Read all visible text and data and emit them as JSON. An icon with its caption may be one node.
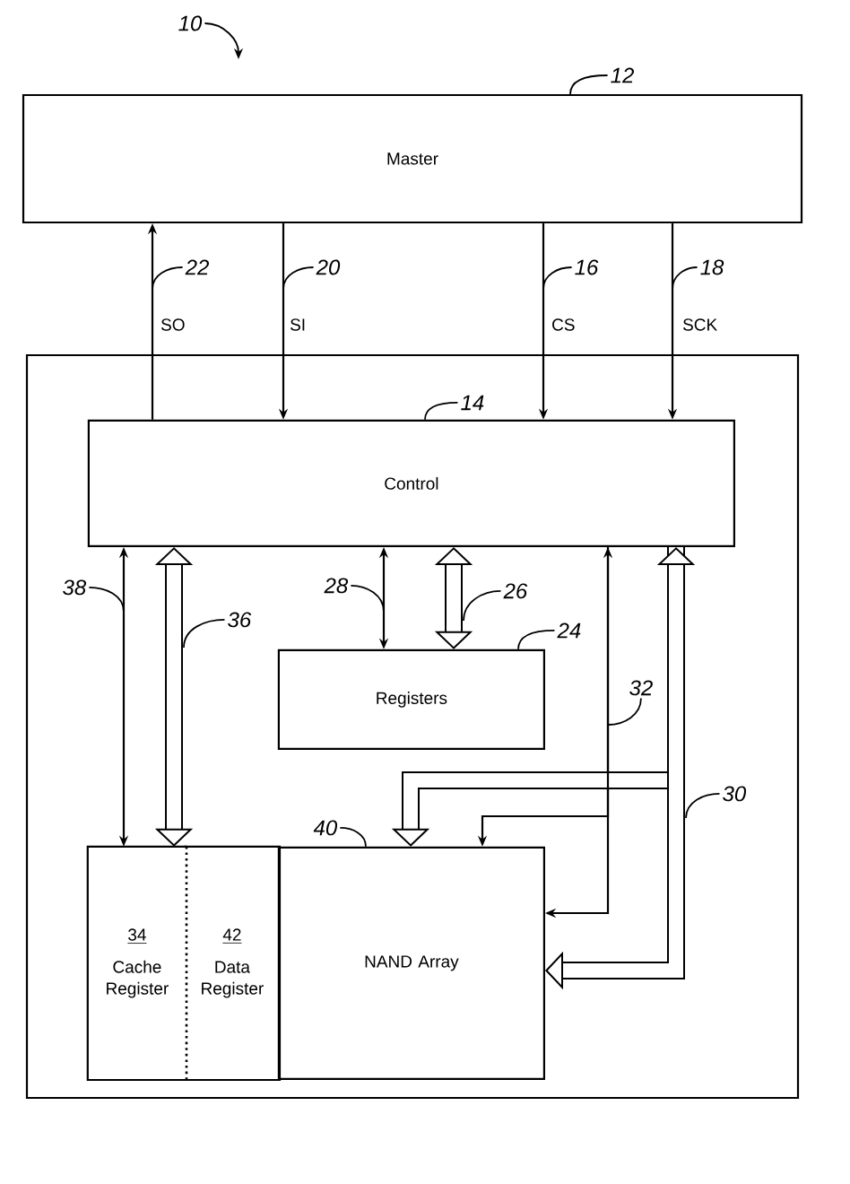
{
  "diagram": {
    "nodes": [
      {
        "text": [
          "10"
        ]
      },
      {
        "text": [
          "12"
        ]
      },
      {
        "text": [
          "Master"
        ]
      },
      {
        "text": [
          "22"
        ]
      },
      {
        "text": [
          "20"
        ]
      },
      {
        "text": [
          "16"
        ]
      },
      {
        "text": [
          "18"
        ]
      },
      {
        "text": [],
        "shape": "box"
      },
      {
        "text": [
          "14"
        ],
        "in": 7
      },
      {
        "text": [
          "Control"
        ],
        "in": 7
      },
      {
        "text": [
          "38"
        ],
        "in": 7
      },
      {
        "text": [
          "28"
        ],
        "in": 7
      },
      {
        "text": [
          "26"
        ],
        "in": 7
      },
      {
        "text": [
          "36"
        ],
        "in": 7
      },
      {
        "text": [
          "24"
        ],
        "in": 7
      },
      {
        "text": [
          "Registers"
        ],
        "in": 7
      },
      {
        "text": [
          "32"
        ],
        "in": 7
      },
      {
        "text": [
          "30"
        ],
        "in": 7
      },
      {
        "text": [
          "40"
        ],
        "in": 7
      },
      {
        "text": [
          "34",
          "Cache Register"
        ],
        "in": 7
      },
      {
        "text": [
          "42",
          "Data Register"
        ],
        "in": 7
      },
      {
        "text": [
          "NAND Array"
        ],
        "in": 7
      }
    ],
    "edges": [
      {
        "from": 9,
        "to": 2,
        "arrow": "to",
        "label": "SO"
      },
      {
        "from": 2,
        "to": 9,
        "arrow": "to",
        "label": "SI"
      },
      {
        "from": 2,
        "to": 9,
        "arrow": "to",
        "label": "CS"
      },
      {
        "from": 2,
        "to": 9,
        "arrow": "to",
        "label": "SCK"
      },
      {
        "from": 9,
        "to": 19,
        "arrow": "both"
      },
      {
        "from": 9,
        "to": 19,
        "arrow": "both",
        "style": "thick"
      },
      {
        "from": 9,
        "to": 15,
        "arrow": "both"
      },
      {
        "from": 9,
        "to": 15,
        "arrow": "both",
        "style": "thick"
      },
      {
        "from": 9,
        "to": 21,
        "arrow": "both"
      },
      {
        "from": 9,
        "to": 21,
        "arrow": "to"
      },
      {
        "from": 9,
        "to": 21,
        "arrow": "both",
        "style": "thick"
      },
      {
        "from": 9,
        "to": 21,
        "arrow": "to",
        "style": "thick"
      },
      {
        "from": 0,
        "to": null,
        "arrow": "to"
      },
      {
        "from": 1,
        "to": 2,
        "arrow": "none"
      },
      {
        "from": 3,
        "to": null,
        "arrow": "none"
      },
      {
        "from": 4,
        "to": null,
        "arrow": "none"
      },
      {
        "from": 5,
        "to": null,
        "arrow": "none"
      },
      {
        "from": 6,
        "to": null,
        "arrow": "none"
      },
      {
        "from": 8,
        "to": 9,
        "arrow": "none"
      },
      {
        "from": 10,
        "to": null,
        "arrow": "none"
      },
      {
        "from": 11,
        "to": null,
        "arrow": "none"
      },
      {
        "from": 12,
        "to": null,
        "arrow": "none"
      },
      {
        "from": 13,
        "to": null,
        "arrow": "none"
      },
      {
        "from": 14,
        "to": 15,
        "arrow": "none"
      },
      {
        "from": 16,
        "to": null,
        "arrow": "none"
      },
      {
        "from": 17,
        "to": null,
        "arrow": "none"
      },
      {
        "from": 18,
        "to": 21,
        "arrow": "none"
      }
    ]
  }
}
